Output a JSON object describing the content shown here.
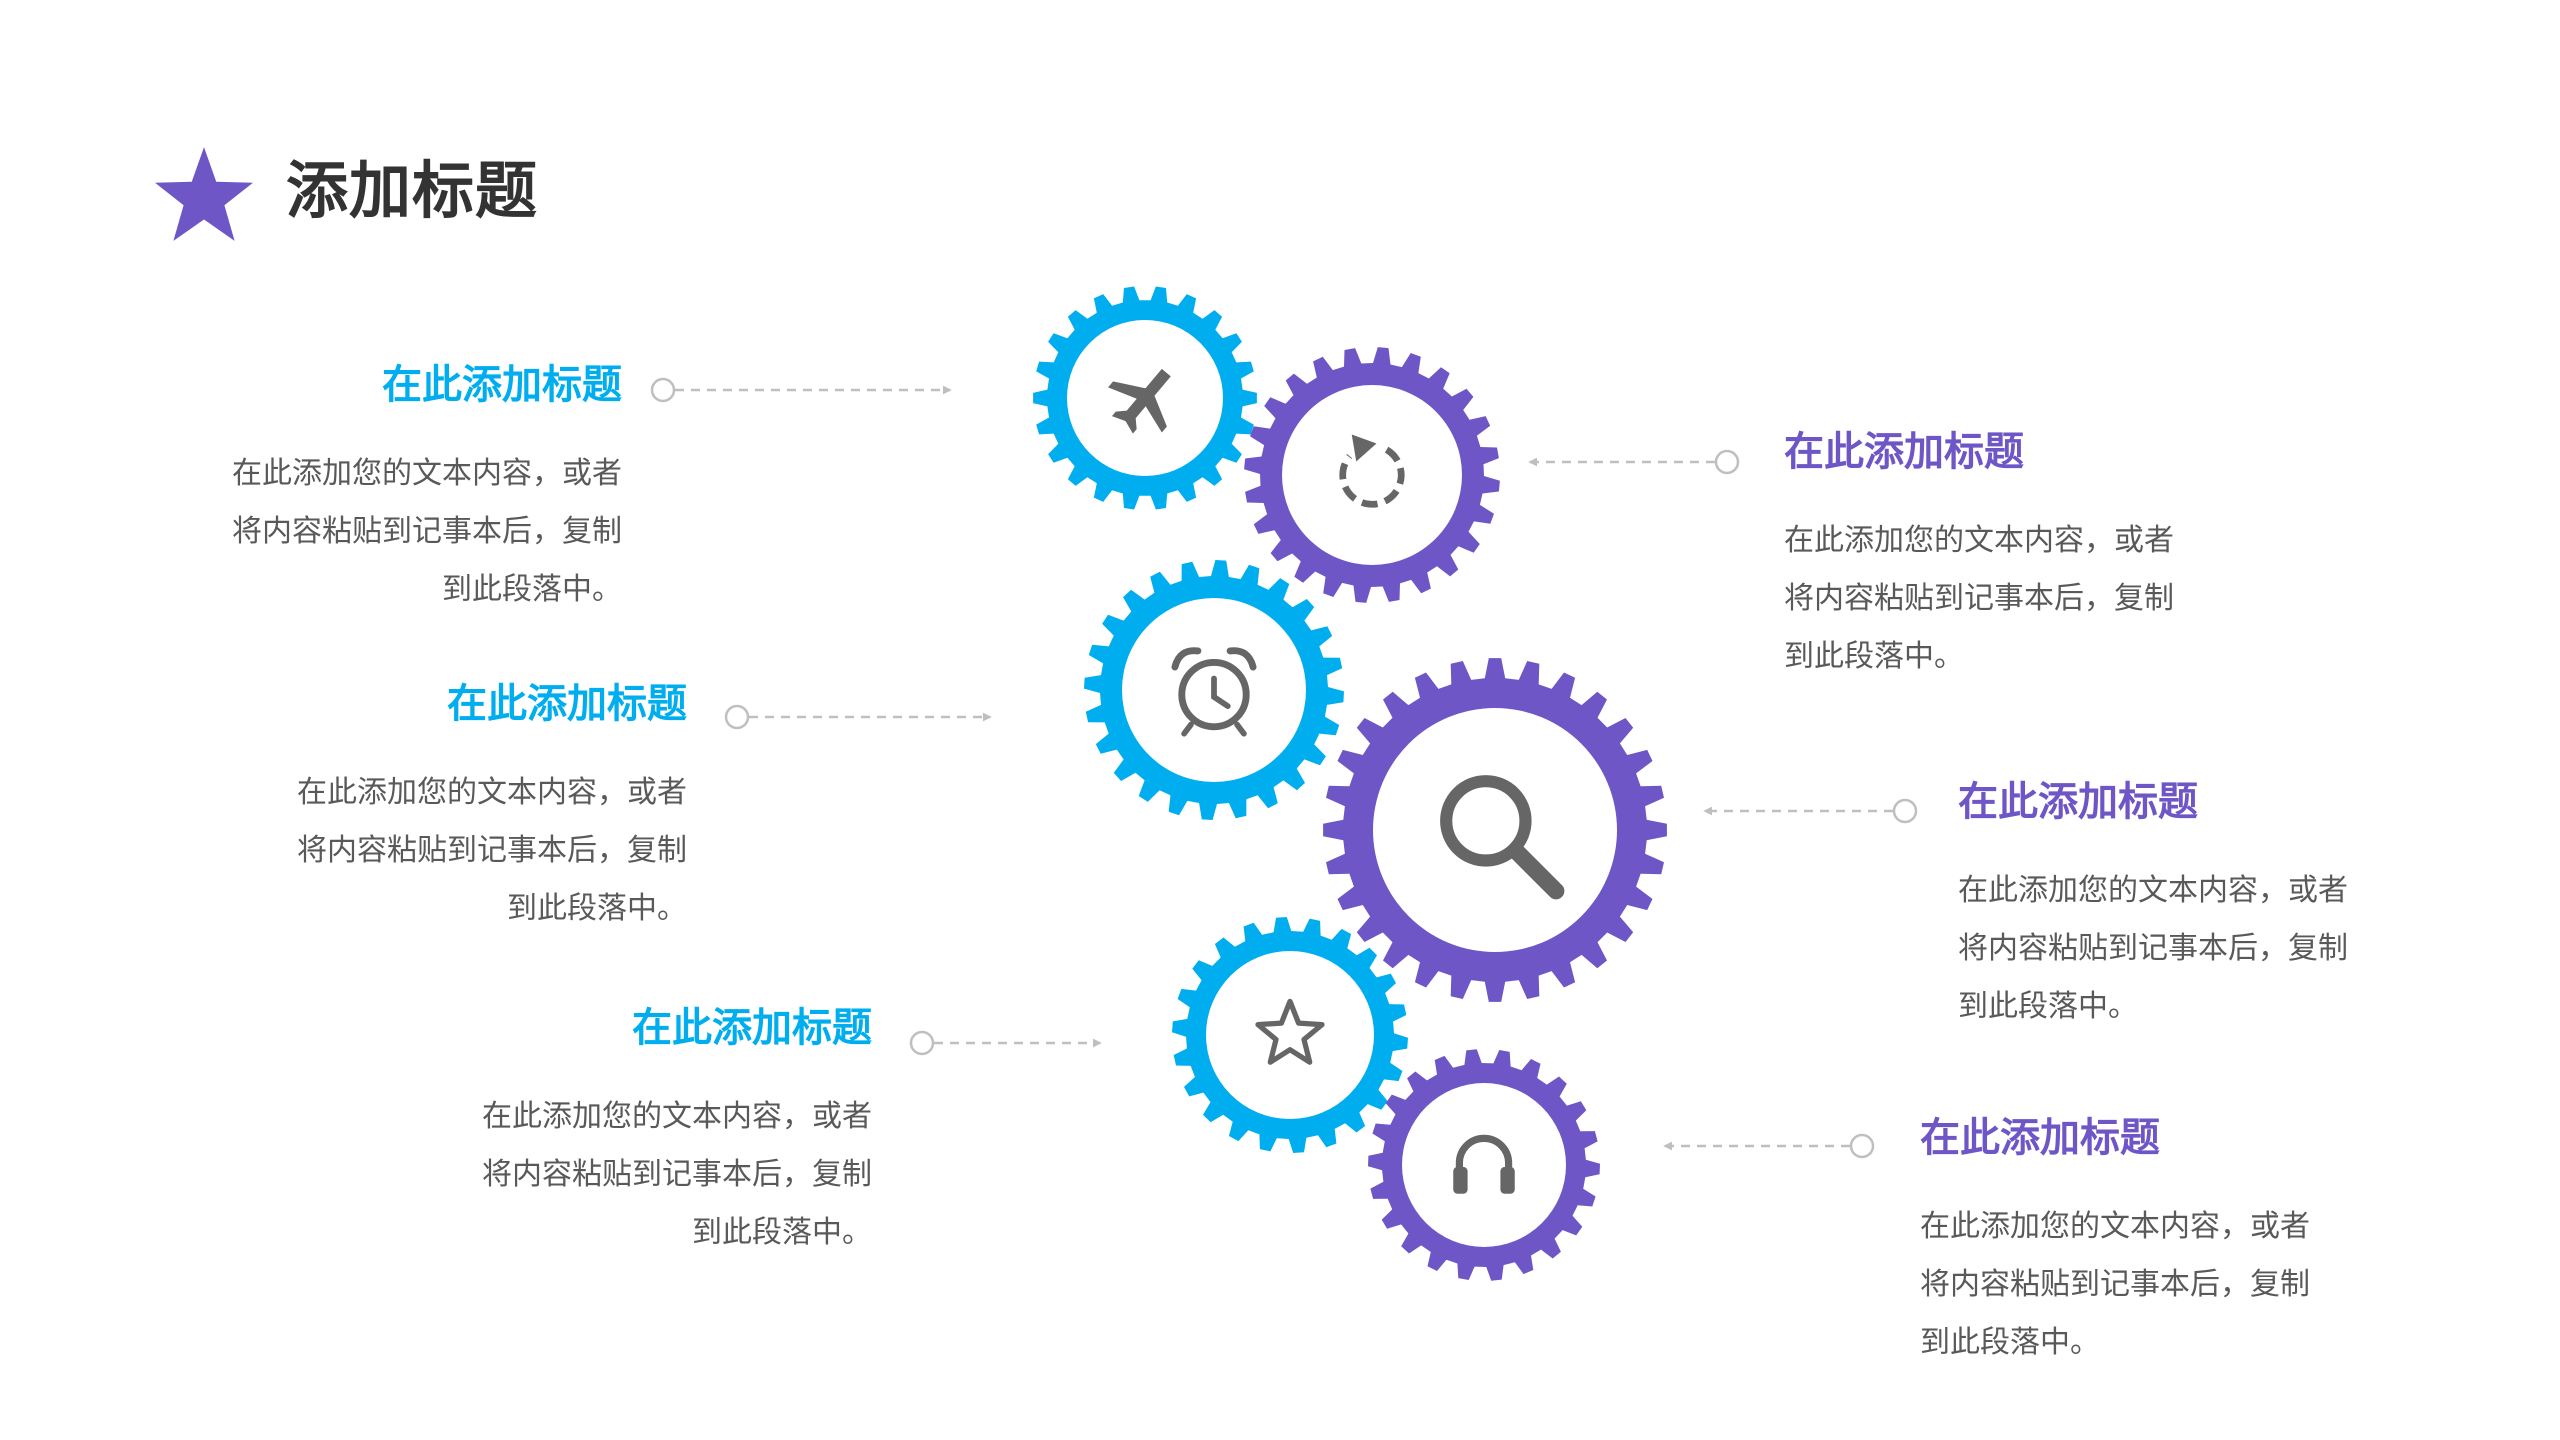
{
  "page": {
    "title": "添加标题"
  },
  "colors": {
    "blue": "#00AEEF",
    "purple": "#6E56C6",
    "icon_gray": "#666666",
    "connector": "#BFBFBF",
    "title_text": "#333333",
    "body_text": "#595959"
  },
  "items": [
    {
      "id": "item-1",
      "side": "left",
      "color": "#00AEEF",
      "icon": "airplane-icon",
      "title": "在此添加标题",
      "body": "在此添加您的文本内容，或者\n将内容粘贴到记事本后，复制\n到此段落中。"
    },
    {
      "id": "item-2",
      "side": "right",
      "color": "#6E56C6",
      "icon": "refresh-icon",
      "title": "在此添加标题",
      "body": "在此添加您的文本内容，或者\n将内容粘贴到记事本后，复制\n到此段落中。"
    },
    {
      "id": "item-3",
      "side": "left",
      "color": "#00AEEF",
      "icon": "alarm-clock-icon",
      "title": "在此添加标题",
      "body": "在此添加您的文本内容，或者\n将内容粘贴到记事本后，复制\n到此段落中。"
    },
    {
      "id": "item-4",
      "side": "right",
      "color": "#6E56C6",
      "icon": "search-icon",
      "title": "在此添加标题",
      "body": "在此添加您的文本内容，或者\n将内容粘贴到记事本后，复制\n到此段落中。"
    },
    {
      "id": "item-5",
      "side": "left",
      "color": "#00AEEF",
      "icon": "star-icon",
      "title": "在此添加标题",
      "body": "在此添加您的文本内容，或者\n将内容粘贴到记事本后，复制\n到此段落中。"
    },
    {
      "id": "item-6",
      "side": "right",
      "color": "#6E56C6",
      "icon": "headphones-icon",
      "title": "在此添加标题",
      "body": "在此添加您的文本内容，或者\n将内容粘贴到记事本后，复制\n到此段落中。"
    }
  ]
}
